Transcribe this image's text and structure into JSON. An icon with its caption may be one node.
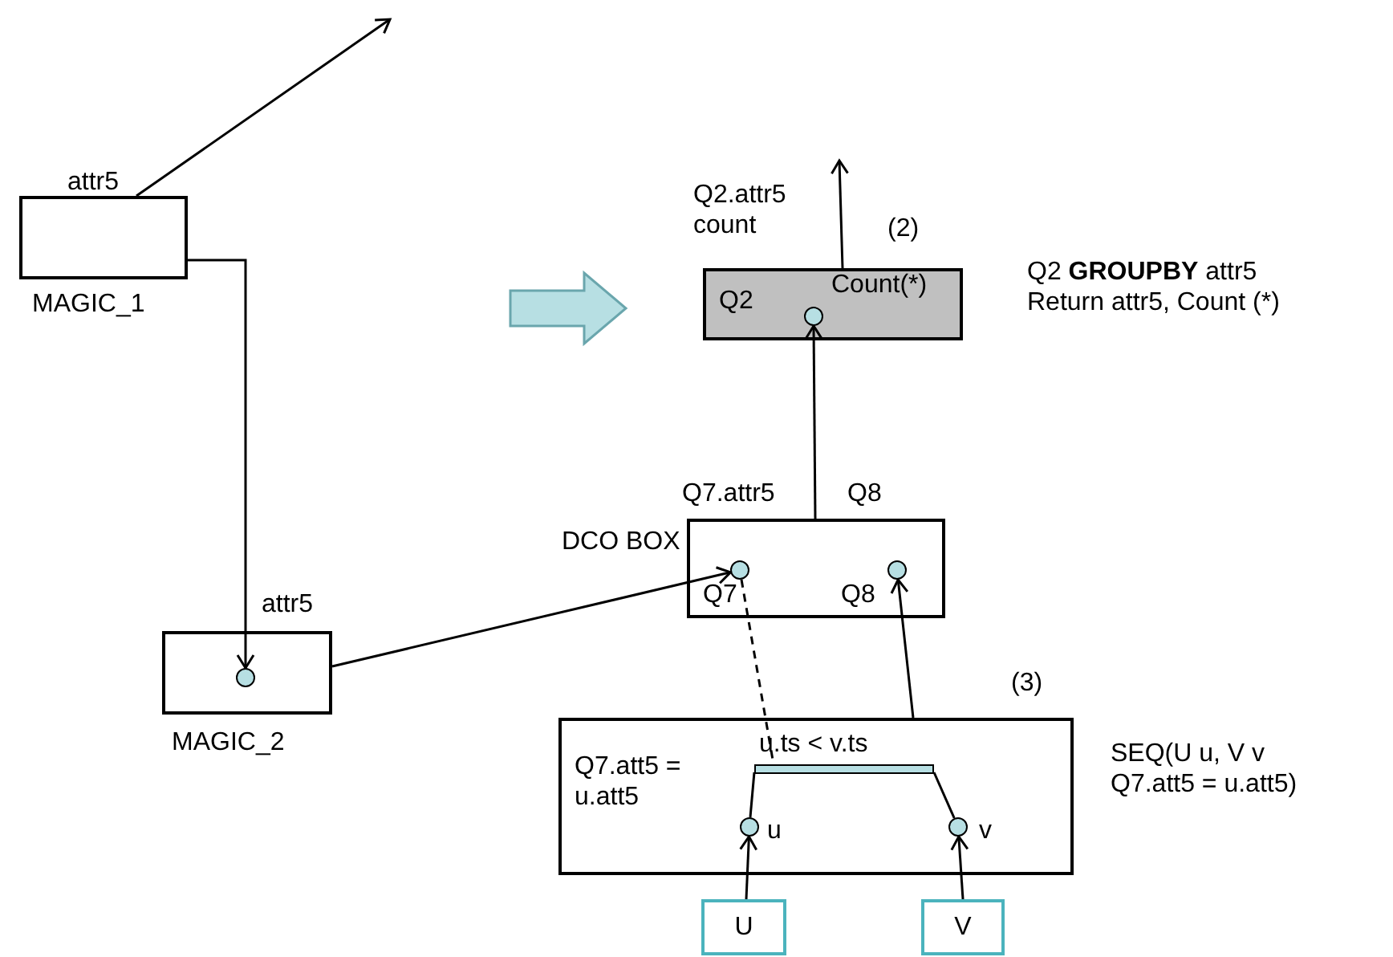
{
  "diagram": {
    "nodes": [
      {
        "text": [
          "MAGIC_1"
        ],
        "beside": [
          "attr5"
        ]
      },
      {
        "text": [
          "MAGIC_2"
        ],
        "beside": [
          "attr5"
        ]
      },
      {
        "text": [],
        "shape": "circle",
        "in": 1
      },
      {
        "text": [
          "Q2",
          "Count(*)"
        ],
        "beside": [
          "Q2.attr5 count",
          "(2)",
          "Q2 **GROUPBY** attr5 Return attr5, Count (*)"
        ]
      },
      {
        "text": [],
        "shape": "circle",
        "in": 3
      },
      {
        "text": [
          "DCO BOX"
        ],
        "beside": [
          "Q7.attr5",
          "Q8"
        ]
      },
      {
        "text": [],
        "shape": "circle",
        "in": 5,
        "beside": [
          "Q7"
        ]
      },
      {
        "text": [],
        "shape": "circle",
        "in": 5,
        "beside": [
          "Q8"
        ]
      },
      {
        "text": [
          "Q7.att5 = u.att5"
        ],
        "beside": [
          "(3)",
          "SEQ(U u, V v Q7.att5 = u.att5)"
        ]
      },
      {
        "text": [],
        "shape": "bar",
        "in": 8,
        "beside": [
          "u.ts < v.ts"
        ]
      },
      {
        "text": [],
        "shape": "circle",
        "in": 8,
        "beside": [
          "u"
        ]
      },
      {
        "text": [],
        "shape": "circle",
        "in": 8,
        "beside": [
          "v"
        ]
      },
      {
        "text": [
          "U"
        ]
      },
      {
        "text": [
          "V"
        ]
      }
    ],
    "edges": [
      {
        "from": 0,
        "to": null,
        "arrow": "to"
      },
      {
        "from": 0,
        "to": 2,
        "arrow": "to"
      },
      {
        "from": 1,
        "to": 6,
        "arrow": "to"
      },
      {
        "from": 3,
        "to": null,
        "arrow": "to"
      },
      {
        "from": 5,
        "to": 4,
        "arrow": "to"
      },
      {
        "from": 8,
        "to": 7,
        "arrow": "to"
      },
      {
        "from": 6,
        "to": 9,
        "arrow": "none",
        "style": "dashed"
      },
      {
        "from": 10,
        "to": 9,
        "arrow": "none"
      },
      {
        "from": 11,
        "to": 9,
        "arrow": "none"
      },
      {
        "from": 12,
        "to": 10,
        "arrow": "to"
      },
      {
        "from": 13,
        "to": 11,
        "arrow": "to"
      }
    ]
  }
}
